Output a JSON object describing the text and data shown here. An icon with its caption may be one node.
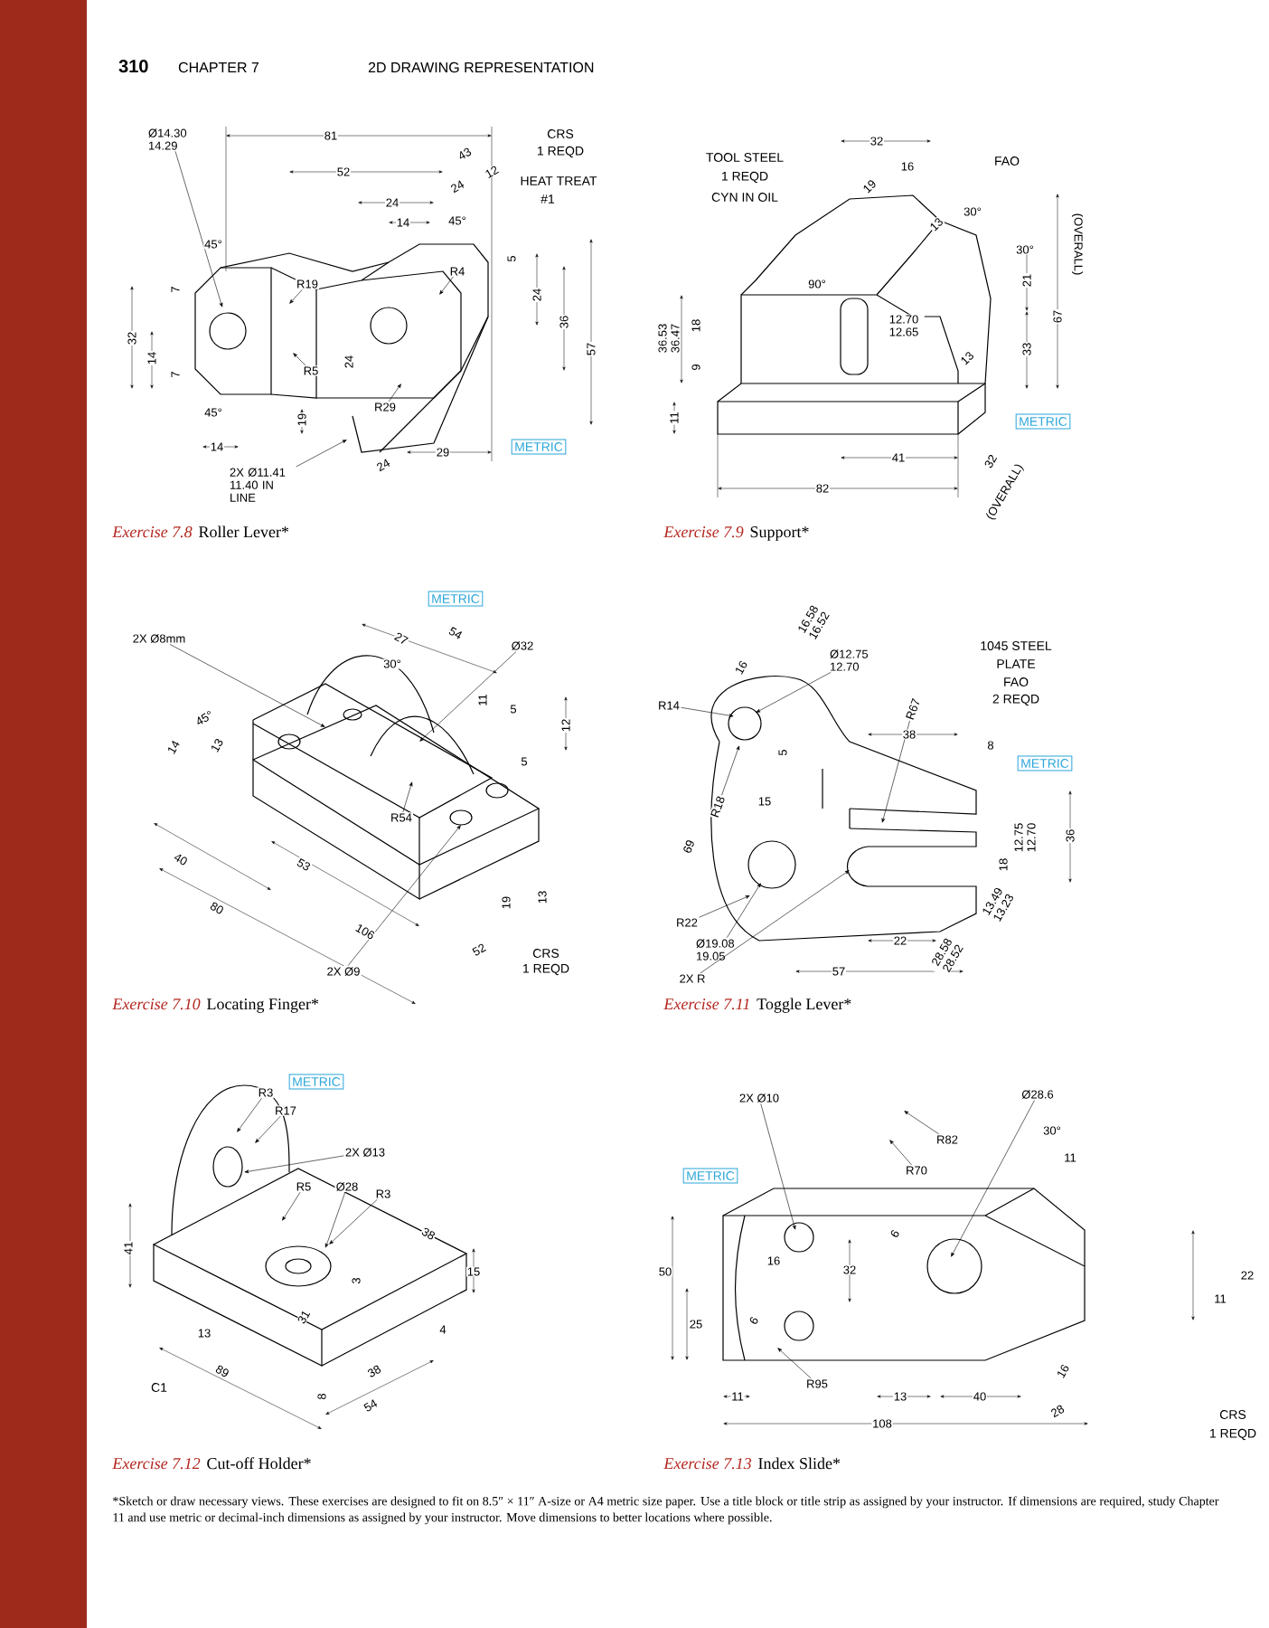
{
  "diagram": {
    "nodes": [
      {
        "text": [
          "Ø14.30 14.29"
        ]
      },
      {
        "text": [
          "R19"
        ]
      },
      {
        "text": [
          "R4"
        ]
      },
      {
        "text": [
          "R5"
        ]
      },
      {
        "text": [
          "R29"
        ]
      },
      {
        "text": [
          "METRIC"
        ]
      },
      {
        "text": [
          "2X Ø11.41 11.40 IN LINE"
        ]
      },
      {
        "text": [
          "METRIC"
        ]
      },
      {
        "text": [
          "METRIC"
        ]
      },
      {
        "text": [
          "2X Ø8mm"
        ]
      },
      {
        "text": [
          "Ø32"
        ]
      },
      {
        "text": [
          "R54"
        ]
      },
      {
        "text": [
          "2X Ø9"
        ]
      },
      {
        "text": [
          "Ø12.75 12.70"
        ]
      },
      {
        "text": [
          "R14"
        ]
      },
      {
        "text": [
          "R67"
        ]
      },
      {
        "text": [
          "METRIC"
        ]
      },
      {
        "text": [
          "R18"
        ]
      },
      {
        "text": [
          "R22"
        ]
      },
      {
        "text": [
          "Ø19.08 19.05"
        ]
      },
      {
        "text": [
          "2X R"
        ]
      },
      {
        "text": [
          "METRIC"
        ]
      },
      {
        "text": [
          "R3"
        ]
      },
      {
        "text": [
          "R17"
        ]
      },
      {
        "text": [
          "2X Ø13"
        ]
      },
      {
        "text": [
          "R5"
        ]
      },
      {
        "text": [
          "Ø28"
        ]
      },
      {
        "text": [
          "R3"
        ]
      },
      {
        "text": [
          "2X Ø10"
        ]
      },
      {
        "text": [
          "Ø28.6"
        ]
      },
      {
        "text": [
          "R82"
        ]
      },
      {
        "text": [
          "METRIC"
        ]
      },
      {
        "text": [
          "R70"
        ]
      },
      {
        "text": [
          "R95"
        ]
      }
    ],
    "edges": [
      {
        "from": 0,
        "to": null,
        "arrow": "to"
      },
      {
        "from": 1,
        "to": null,
        "arrow": "to"
      },
      {
        "from": 2,
        "to": null,
        "arrow": "to"
      },
      {
        "from": 3,
        "to": null,
        "arrow": "to"
      },
      {
        "from": 4,
        "to": null,
        "arrow": "to"
      },
      {
        "from": 6,
        "to": null,
        "arrow": "to"
      },
      {
        "from": 9,
        "to": null,
        "arrow": "to"
      },
      {
        "from": 10,
        "to": null,
        "arrow": "to"
      },
      {
        "from": 11,
        "to": null,
        "arrow": "to"
      },
      {
        "from": 12,
        "to": null,
        "arrow": "to"
      },
      {
        "from": 13,
        "to": null,
        "arrow": "to"
      },
      {
        "from": 14,
        "to": null,
        "arrow": "to"
      },
      {
        "from": 15,
        "to": null,
        "arrow": "to"
      },
      {
        "from": 17,
        "to": null,
        "arrow": "to"
      },
      {
        "from": 18,
        "to": null,
        "arrow": "to"
      },
      {
        "from": 19,
        "to": null,
        "arrow": "to"
      },
      {
        "from": 20,
        "to": null,
        "arrow": "to"
      },
      {
        "from": 22,
        "to": null,
        "arrow": "to"
      },
      {
        "from": 23,
        "to": null,
        "arrow": "to"
      },
      {
        "from": 24,
        "to": null,
        "arrow": "to"
      },
      {
        "from": 25,
        "to": null,
        "arrow": "to"
      },
      {
        "from": 26,
        "to": null,
        "arrow": "to"
      },
      {
        "from": 27,
        "to": null,
        "arrow": "to"
      },
      {
        "from": 28,
        "to": null,
        "arrow": "to"
      },
      {
        "from": 29,
        "to": null,
        "arrow": "to"
      },
      {
        "from": 30,
        "to": null,
        "arrow": "to"
      },
      {
        "from": 32,
        "to": null,
        "arrow": "to"
      },
      {
        "from": 33,
        "to": null,
        "arrow": "to"
      }
    ],
    "labels": [
      "310",
      "CHAPTER 7",
      "2D DRAWING REPRESENTATION",
      "81",
      "CRS",
      "1 REQD",
      "52",
      "43",
      "12",
      "24",
      "HEAT TREAT",
      "#1",
      "24",
      "14",
      "45°",
      "45°",
      "5",
      "7",
      "24",
      "36",
      "32",
      "57",
      "14",
      "7",
      "24",
      "45°",
      "19",
      "14",
      "29",
      "24",
      "TOOL STEEL",
      "1 REQD",
      "32",
      "FAO",
      "16",
      "19",
      "CYN IN OIL",
      "30°",
      "13",
      "(OVERALL)",
      "30°",
      "90°",
      "21",
      "67",
      "12.70 12.65",
      "18",
      "36.53 36.47",
      "33",
      "9",
      "13",
      "11",
      "41",
      "32",
      "(OVERALL)",
      "82",
      "Exercise 7.8",
      "Roller Lever*",
      "Exercise 7.9",
      "Support*",
      "27",
      "54",
      "30°",
      "11",
      "5",
      "45°",
      "12",
      "14",
      "13",
      "5",
      "40",
      "53",
      "13",
      "19",
      "80",
      "106",
      "52",
      "CRS",
      "1 REQD",
      "16.58 16.52",
      "16",
      "1045 STEEL",
      "PLATE",
      "FAO",
      "2 REQD",
      "38",
      "8",
      "5",
      "15",
      "69",
      "12.75 12.70",
      "36",
      "18",
      "13.49 13.23",
      "22",
      "28.58 28.52",
      "57",
      "Exercise 7.10",
      "Locating Finger*",
      "Exercise 7.11",
      "Toggle Lever*",
      "41",
      "38",
      "15",
      "3",
      "31",
      "4",
      "13",
      "89",
      "38",
      "C1",
      "8",
      "54",
      "30°",
      "11",
      "6",
      "50",
      "16",
      "32",
      "22",
      "11",
      "25",
      "6",
      "16",
      "11",
      "13",
      "40",
      "28",
      "108",
      "CRS",
      "1 REQD",
      "Exercise 7.12",
      "Cut-off Holder*",
      "Exercise 7.13",
      "Index Slide*",
      "*Sketch or draw necessary views. These exercises are designed to fit on 8.5″ × 11″ A-size or A4 metric size paper. Use a title block or title strip as assigned by your instructor. If dimensions are required, study Chapter 11 and use metric or decimal-inch dimensions as assigned by your instructor. Move dimensions to better locations where possible."
    ]
  }
}
